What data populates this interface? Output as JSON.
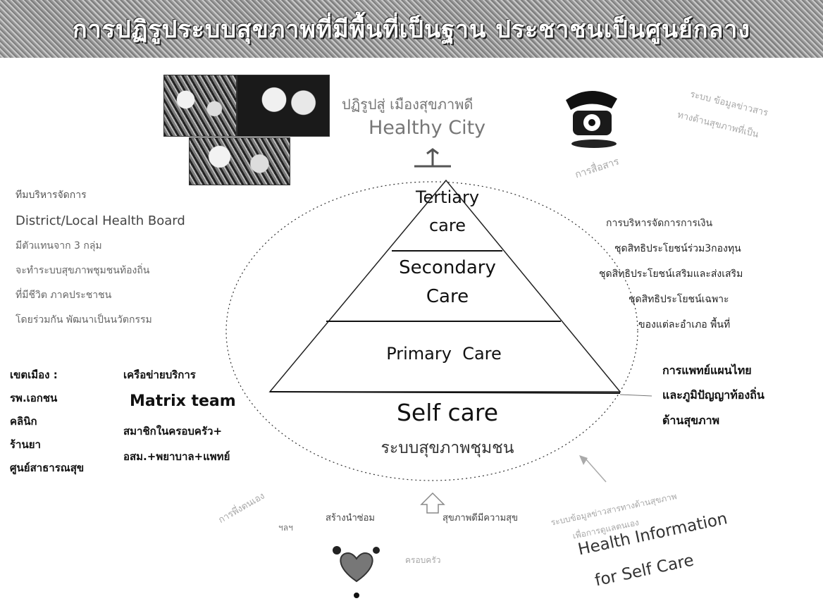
{
  "banner": {
    "title": "การปฏิรูประบบสุขภาพที่มีพื้นที่เป็นฐาน ประชาชนเป็นศูนย์กลาง"
  },
  "top": {
    "reform_thai": "ปฏิรูปสู่ เมืองสุขภาพดี",
    "healthy_city": "Healthy City",
    "comm_thai_1": "ระบบ ข้อมูลข่าวสาร",
    "comm_thai_2": "ทางด้านสุขภาพที่เป็น",
    "comm_caption": "การสื่อสาร"
  },
  "pyramid": {
    "tertiary_1": "Tertiary",
    "tertiary_2": "care",
    "secondary_1": "Secondary",
    "secondary_2": "Care",
    "primary": "Primary  Care",
    "self_care": "Self care",
    "community_system": "ระบบสุขภาพชุมชน"
  },
  "left_board": {
    "line1": "ทีมบริหารจัดการ",
    "line2": "District/Local Health Board",
    "line3": "มีตัวแทนจาก 3 กลุ่ม",
    "line4": "จะทำระบบสุขภาพชุมชนท้องถิ่น",
    "line5": "ที่มีชีวิต ภาคประชาชน",
    "line6": "โดยร่วมกัน พัฒนาเป็นนวัตกรรม"
  },
  "left_list": {
    "col1": [
      "เขตเมือง :",
      "รพ.เอกชน",
      "คลินิก",
      "ร้านยา",
      "ศูนย์สาธารณสุข"
    ],
    "network_label": "เครือข่ายบริการ",
    "matrix_team": "Matrix team",
    "member_line": "สมาชิกในครอบครัว+",
    "vol_line": "อสม.+พยาบาล+แพทย์"
  },
  "right_mgmt": {
    "line1": "การบริหารจัดการการเงิน",
    "line2": "ชุดสิทธิประโยชน์ร่วม3กองทุน",
    "line3": "ชุดสิทธิประโยชน์เสริมและส่งเสริม",
    "line4": "ชุดสิทธิประโยชน์เฉพาะ",
    "line5": "ของแต่ละอำเภอ พื้นที่"
  },
  "right_wisdom": {
    "line1": "การแพทย์แผนไทย",
    "line2": "และภูมิปัญญาท้องถิ่น",
    "line3": "ด้านสุขภาพ"
  },
  "bottom": {
    "support_caption": "การพึ่งตนเอง",
    "item_short": "ฯลฯ",
    "mid_caption": "สร้างนำซ่อม",
    "health_caption": "สุขภาพดีมีความสุข",
    "small_caption": "ครอบครัว",
    "info_thai_1": "ระบบข้อมูลข่าวสารทางด้านสุขภาพ",
    "info_thai_2": "เพื่อการดูแลตนเอง",
    "info_en_1": "Health Information",
    "info_en_2": "for Self Care"
  }
}
